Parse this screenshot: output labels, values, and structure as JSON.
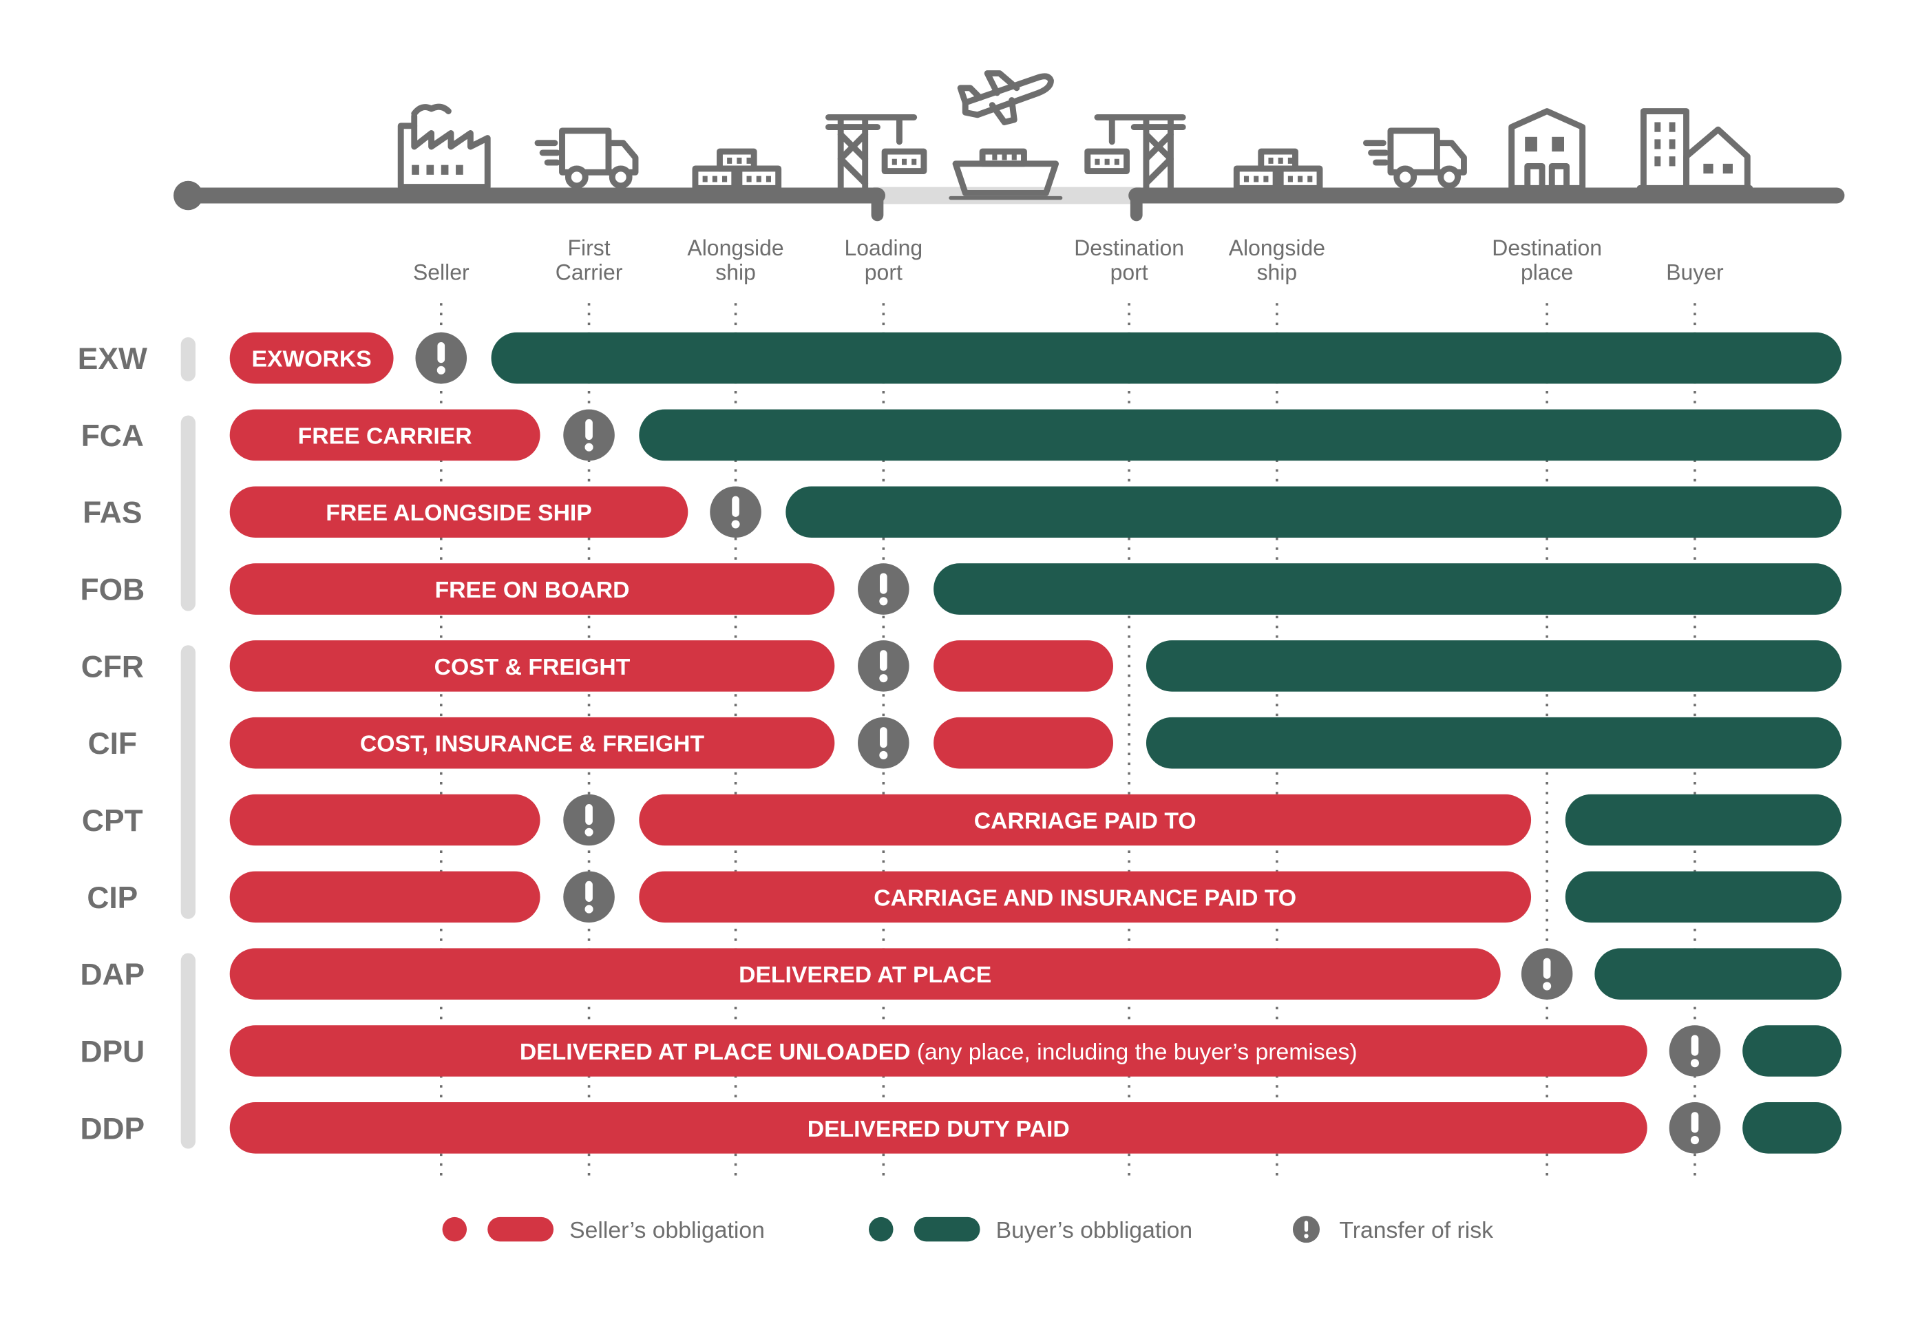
{
  "colors": {
    "seller": "#D33543",
    "buyer": "#1F5A4E",
    "risk": "#6E6E6E",
    "line": "#6E6E6E",
    "sea": "#DCDCDC",
    "group_bracket": "#DCDCDC",
    "label": "#6E6E6E",
    "bar_text": "#FFFFFF"
  },
  "stations": [
    {
      "id": "seller",
      "label": "Seller"
    },
    {
      "id": "first-carrier",
      "label": "First\nCarrier"
    },
    {
      "id": "alongside-ship-origin",
      "label": "Alongside\nship"
    },
    {
      "id": "loading-port",
      "label": "Loading\nport"
    },
    {
      "id": "destination-port",
      "label": "Destination\nport"
    },
    {
      "id": "alongside-ship-dest",
      "label": "Alongside\nship"
    },
    {
      "id": "destination-place",
      "label": "Destination\nplace"
    },
    {
      "id": "buyer",
      "label": "Buyer"
    }
  ],
  "icons": [
    "factory-icon",
    "truck-icon",
    "cargo-icon",
    "crane-icon",
    "ship-icon",
    "plane-icon",
    "crane-icon",
    "cargo-icon",
    "truck-icon",
    "warehouse-icon",
    "buildings-icon"
  ],
  "terms": [
    {
      "code": "EXW",
      "label": "EXWORKS",
      "suffix": ""
    },
    {
      "code": "FCA",
      "label": "FREE CARRIER",
      "suffix": ""
    },
    {
      "code": "FAS",
      "label": "FREE ALONGSIDE SHIP",
      "suffix": ""
    },
    {
      "code": "FOB",
      "label": "FREE ON BOARD",
      "suffix": ""
    },
    {
      "code": "CFR",
      "label": "COST & FREIGHT",
      "suffix": ""
    },
    {
      "code": "CIF",
      "label": "COST, INSURANCE & FREIGHT",
      "suffix": ""
    },
    {
      "code": "CPT",
      "label": "CARRIAGE PAID TO",
      "suffix": ""
    },
    {
      "code": "CIP",
      "label": "CARRIAGE AND INSURANCE PAID TO",
      "suffix": ""
    },
    {
      "code": "DAP",
      "label": "DELIVERED AT PLACE",
      "suffix": ""
    },
    {
      "code": "DPU",
      "label": "DELIVERED AT PLACE UNLOADED",
      "suffix": " (any place, including the buyer’s premises)"
    },
    {
      "code": "DDP",
      "label": "DELIVERED DUTY PAID",
      "suffix": ""
    }
  ],
  "legend": {
    "seller": "Seller’s obbligation",
    "buyer": "Buyer’s obbligation",
    "risk": "Transfer of risk"
  }
}
